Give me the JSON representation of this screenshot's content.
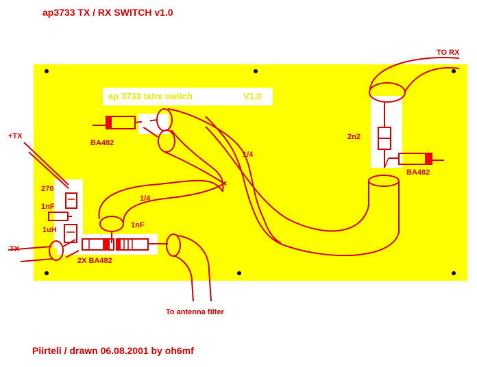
{
  "title": "ap3733 TX / RX SWITCH v1.0",
  "board_label": {
    "name": "ap 3733 tx/rx switch",
    "version": "V1.0"
  },
  "labels": {
    "to_rx": "TO RX",
    "plus_tx": "+TX",
    "ba482_top": "BA482",
    "ba482_right": "BA482",
    "two_n_two": "2n2",
    "quarter_wave_a": "1/4",
    "quarter_wave_b": "1/4",
    "r270": "270",
    "c1nf_left": "1nF",
    "c1nf_mid": "1nF",
    "l1uh": "1uH",
    "tx": "TX",
    "two_x_ba482": "2X BA482",
    "to_antenna": "To antenna filter"
  },
  "footer": "Piirteli / drawn 06.08.2001 by oh6mf",
  "colors": {
    "board": "#ffff00",
    "ink": "#cc0000",
    "pad": "#ffffff",
    "hole": "#000000",
    "diode_band": "#ee0000"
  }
}
